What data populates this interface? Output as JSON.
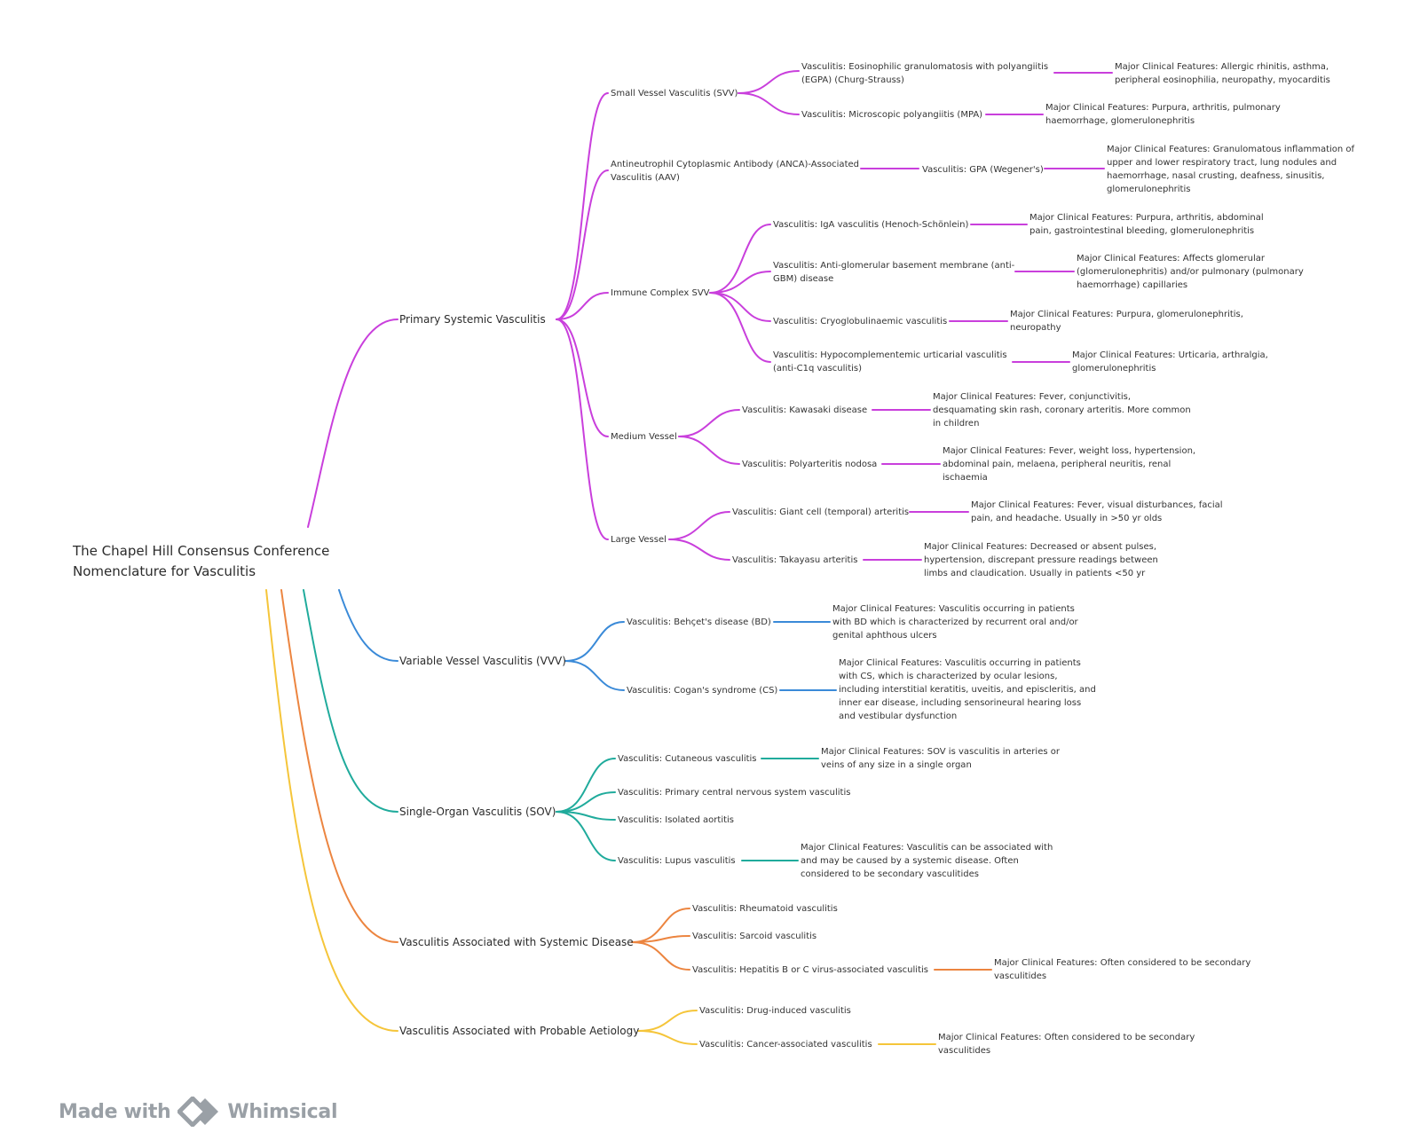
{
  "root": "The Chapel Hill Consensus Conference Nomenclature for Vasculitis",
  "branches": {
    "psv": {
      "label": "Primary Systemic Vasculitis",
      "color": "#c93fdc",
      "svv": {
        "label": "Small Vessel Vasculitis (SVV)",
        "egpa": {
          "label": "Vasculitis: Eosinophilic granulomatosis with polyangiitis (EGPA) (Churg-Strauss)",
          "feature": "Major Clinical Features: Allergic rhinitis, asthma, peripheral eosinophilia, neuropathy, myocarditis"
        },
        "mpa": {
          "label": "Vasculitis: Microscopic polyangiitis (MPA)",
          "feature": "Major Clinical Features: Purpura, arthritis, pulmonary haemorrhage, glomerulonephritis"
        }
      },
      "aav": {
        "label": "Antineutrophil Cytoplasmic Antibody (ANCA)-Associated Vasculitis (AAV)",
        "gpa": {
          "label": "Vasculitis: GPA (Wegener's)",
          "feature": "Major Clinical Features: Granulomatous inflammation of upper and lower respiratory tract, lung nodules and haemorrhage, nasal crusting, deafness, sinusitis, glomerulonephritis"
        }
      },
      "icsvv": {
        "label": "Immune Complex SVV",
        "iga": {
          "label": "Vasculitis: IgA vasculitis (Henoch-Schönlein)",
          "feature": "Major Clinical Features: Purpura, arthritis, abdominal pain, gastrointestinal bleeding, glomerulonephritis"
        },
        "gbm": {
          "label": "Vasculitis: Anti-glomerular basement membrane (anti-GBM) disease",
          "feature": "Major Clinical Features: Affects glomerular (glomerulonephritis) and/or pulmonary (pulmonary haemorrhage) capillaries"
        },
        "cryo": {
          "label": "Vasculitis: Cryoglobulinaemic vasculitis",
          "feature": "Major Clinical Features: Purpura, glomerulonephritis, neuropathy"
        },
        "huv": {
          "label": "Vasculitis: Hypocomplementemic urticarial vasculitis (anti-C1q vasculitis)",
          "feature": "Major Clinical Features: Urticaria, arthralgia, glomerulonephritis"
        }
      },
      "medium": {
        "label": "Medium Vessel",
        "kawasaki": {
          "label": "Vasculitis: Kawasaki disease",
          "feature": "Major Clinical Features: Fever, conjunctivitis, desquamating skin rash, coronary arteritis. More common in children"
        },
        "pan": {
          "label": "Vasculitis: Polyarteritis nodosa",
          "feature": "Major Clinical Features: Fever, weight loss, hypertension, abdominal pain, melaena, peripheral neuritis, renal ischaemia"
        }
      },
      "large": {
        "label": "Large Vessel",
        "gca": {
          "label": "Vasculitis: Giant cell (temporal) arteritis",
          "feature": "Major Clinical Features: Fever, visual disturbances, facial pain, and headache. Usually in >50 yr olds"
        },
        "takayasu": {
          "label": "Vasculitis: Takayasu arteritis",
          "feature": "Major Clinical Features: Decreased or absent pulses, hypertension, discrepant pressure readings between limbs and claudication. Usually in patients <50 yr"
        }
      }
    },
    "vvv": {
      "label": "Variable Vessel Vasculitis (VVV)",
      "color": "#3a8ad8",
      "behcet": {
        "label": "Vasculitis: Behçet's disease (BD)",
        "feature": "Major Clinical Features: Vasculitis occurring in patients with BD which is characterized by recurrent oral and/or genital aphthous ulcers"
      },
      "cogan": {
        "label": "Vasculitis: Cogan's syndrome (CS)",
        "feature": "Major Clinical Features: Vasculitis occurring in patients with CS, which is characterized by ocular lesions, including interstitial keratitis, uveitis, and episcleritis, and inner ear disease, including sensorineural hearing loss and vestibular dysfunction"
      }
    },
    "sov": {
      "label": "Single-Organ Vasculitis (SOV)",
      "color": "#20ab9c",
      "cutaneous": {
        "label": "Vasculitis: Cutaneous vasculitis",
        "feature": "Major Clinical Features: SOV is vasculitis in arteries or veins of any size in a single organ"
      },
      "cns": {
        "label": "Vasculitis: Primary central nervous system vasculitis"
      },
      "aortitis": {
        "label": "Vasculitis: Isolated aortitis"
      },
      "lupus": {
        "label": "Vasculitis: Lupus vasculitis",
        "feature": "Major Clinical Features: Vasculitis can be associated with and may be caused by a systemic disease. Often considered to be secondary vasculitides"
      }
    },
    "vasd": {
      "label": "Vasculitis Associated with Systemic Disease",
      "color": "#ec8540",
      "rheum": {
        "label": "Vasculitis: Rheumatoid vasculitis"
      },
      "sarcoid": {
        "label": "Vasculitis: Sarcoid vasculitis"
      },
      "hep": {
        "label": "Vasculitis: Hepatitis B or C virus-associated vasculitis",
        "feature": "Major Clinical Features: Often considered to be secondary vasculitides"
      }
    },
    "vapa": {
      "label": "Vasculitis Associated with Probable Aetiology",
      "color": "#f5c53a",
      "drug": {
        "label": "Vasculitis: Drug-induced vasculitis"
      },
      "cancer": {
        "label": "Vasculitis: Cancer-associated vasculitis",
        "feature": "Major Clinical Features: Often considered to be secondary vasculitides"
      }
    }
  },
  "footer": {
    "made_with": "Made with",
    "brand": "Whimsical",
    "brand_color": "#9aa0a6"
  }
}
